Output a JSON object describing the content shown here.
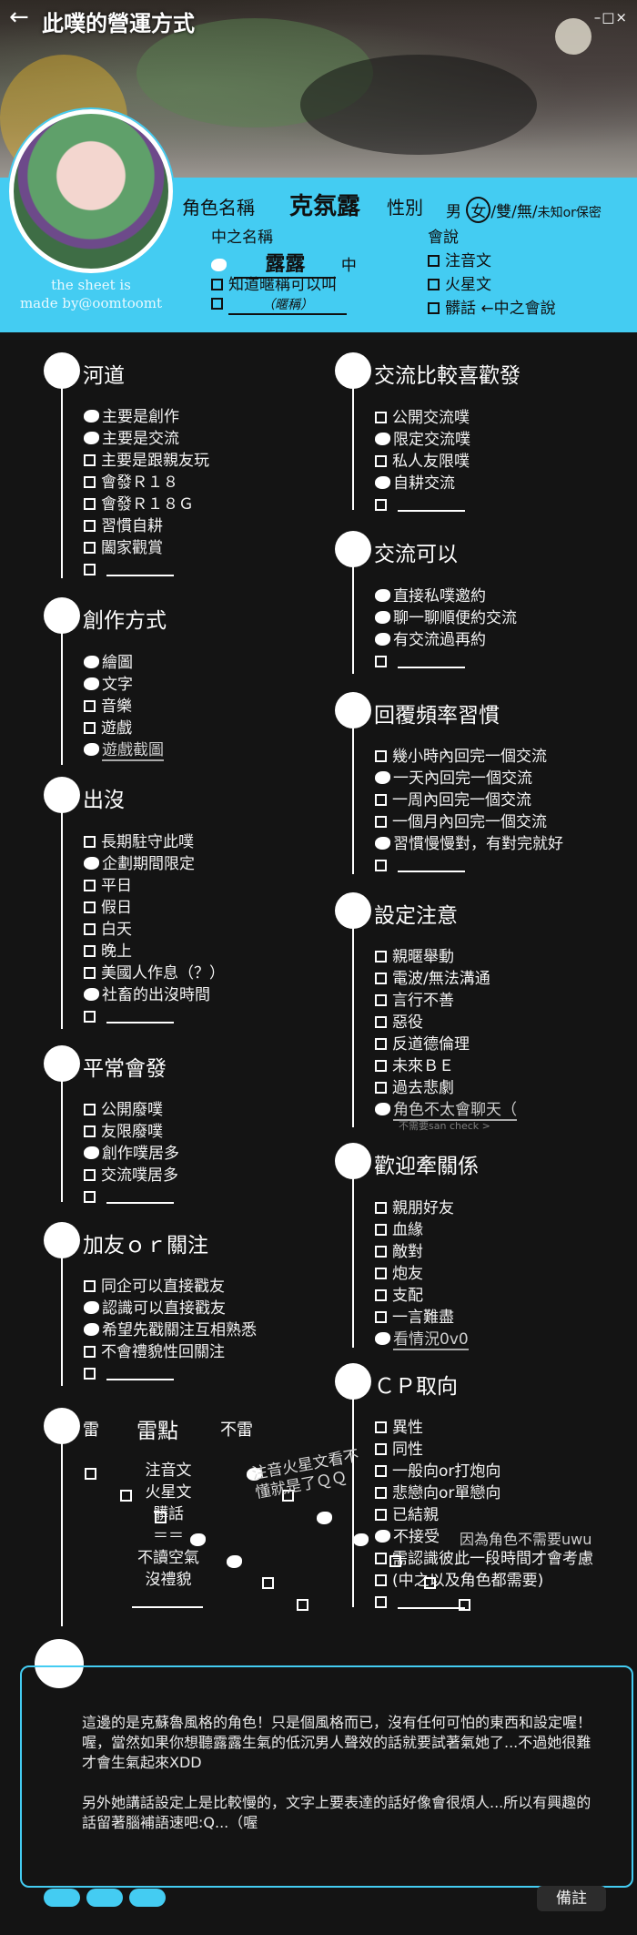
{
  "header": {
    "title": "此噗的營運方式",
    "back_icon": "←",
    "window_controls": "–□×",
    "credit_line1": "the sheet is",
    "credit_line2": "made by@oomtoomt"
  },
  "profile": {
    "name_label": "角色名稱",
    "name_value": "克氛露",
    "gender_label": "性別",
    "gender_options": {
      "male": "男",
      "female": "女",
      "rest": "/雙/無/",
      "unknown": "未知or保密"
    },
    "nakanohito_label": "中之名稱",
    "nakanohito_value": "露露",
    "nakanohito_suffix": "中",
    "nick_ok": "知道暱稱可以叫",
    "nick_hint": "（暱稱）",
    "speaks_label": "會說",
    "speaks_items": [
      "注音文",
      "火星文",
      "髒話"
    ],
    "speaks_note": "←中之會說"
  },
  "sections": {
    "river": {
      "title": "河道",
      "items": [
        "主要是創作",
        "主要是交流",
        "主要是跟親友玩",
        "會發Ｒ１８",
        "會發Ｒ１８Ｇ",
        "習慣自耕",
        "闔家觀賞"
      ]
    },
    "creation": {
      "title": "創作方式",
      "items": [
        "繪圖",
        "文字",
        "音樂",
        "遊戲"
      ],
      "extra": "遊戲截圖"
    },
    "presence": {
      "title": "出沒",
      "items": [
        "長期駐守此噗",
        "企劃期間限定",
        "平日",
        "假日",
        "白天",
        "晚上",
        "美國人作息（？）",
        "社畜的出沒時間"
      ]
    },
    "usual": {
      "title": "平常會發",
      "items": [
        "公開廢噗",
        "友限廢噗",
        "創作噗居多",
        "交流噗居多"
      ]
    },
    "friend": {
      "title": "加友ｏｒ關注",
      "items": [
        "同企可以直接戳友",
        "認識可以直接戳友",
        "希望先戳關注互相熟悉",
        "不會禮貌性回關注"
      ]
    },
    "mines": {
      "title": "雷點",
      "col_left": "雷",
      "col_right": "不雷",
      "rows": [
        "注音文",
        "火星文",
        "髒話",
        "＝＝",
        "不讀空氣",
        "沒禮貌"
      ],
      "side_note": "注音火星文看不懂就是了ＱＱ"
    },
    "exchange_start": {
      "title": "交流比較喜歡發",
      "items": [
        "公開交流噗",
        "限定交流噗",
        "私人友限噗",
        "自耕交流"
      ]
    },
    "exchange_ok": {
      "title": "交流可以",
      "items": [
        "直接私噗邀約",
        "聊一聊順便約交流",
        "有交流過再約"
      ]
    },
    "reply": {
      "title": "回覆頻率習慣",
      "items": [
        "幾小時內回完一個交流",
        "一天內回完一個交流",
        "一周內回完一個交流",
        "一個月內回完一個交流",
        "習慣慢慢對，有對完就好"
      ]
    },
    "caution": {
      "title": "設定注意",
      "items": [
        "親暱舉動",
        "電波/無法溝通",
        "言行不善",
        "惡役",
        "反道德倫理",
        "未來ＢＥ",
        "過去悲劇"
      ],
      "extra": "角色不太會聊天（",
      "extra_sub": "不需要san check >"
    },
    "welcome": {
      "title": "歡迎牽關係",
      "items": [
        "親朋好友",
        "血緣",
        "敵對",
        "炮友",
        "支配",
        "一言難盡"
      ],
      "extra": "看情況0v0"
    },
    "cp": {
      "title": "ＣＰ取向",
      "items": [
        "異性",
        "同性",
        "一般向or打炮向",
        "悲戀向or單戀向",
        "已結親",
        "不接受",
        "需認識彼此一段時間才會考慮",
        "(中之以及角色都需要)"
      ],
      "note": "因為角色不需要uwu"
    }
  },
  "memo": {
    "p1": "這邊的是克蘇魯風格的角色！只是個風格而已，沒有任何可怕的東西和設定喔！喔，當然如果你想聽露露生氣的低沉男人聲效的話就要試著氣她了...不過她很難才會生氣起來XDD",
    "p2": "另外她講話設定上是比較慢的，文字上要表達的話好像會很煩人...所以有興趣的話留著腦補語速吧:Q...（喔"
  },
  "footer": {
    "remark": "備註"
  },
  "colors": {
    "accent": "#44ccf2",
    "bg": "#141414"
  }
}
